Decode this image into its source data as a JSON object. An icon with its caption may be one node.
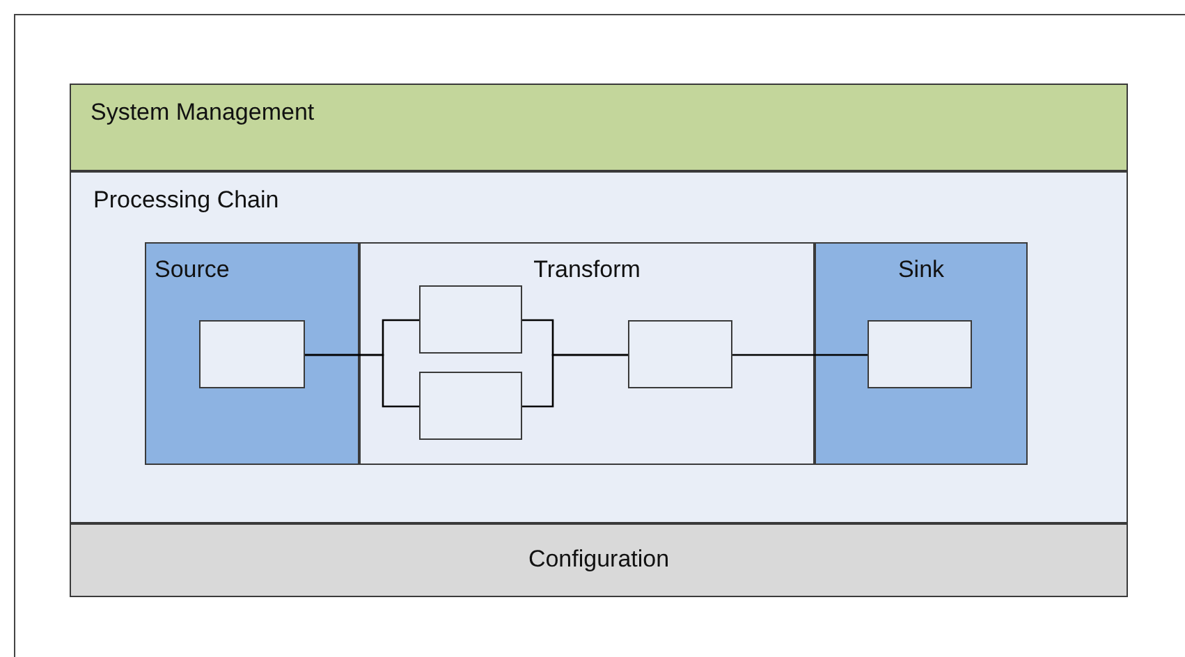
{
  "diagram": {
    "nodes": [
      {
        "text": [
          "System Management"
        ]
      },
      {
        "text": [
          "Processing Chain"
        ]
      },
      {
        "text": [
          "Source"
        ],
        "in": 1
      },
      {
        "text": [
          "Transform"
        ],
        "in": 1
      },
      {
        "text": [
          "Sink"
        ],
        "in": 1
      },
      {
        "text": [],
        "shape": "box",
        "in": 2
      },
      {
        "text": [],
        "shape": "box",
        "in": 3
      },
      {
        "text": [],
        "shape": "box",
        "in": 3
      },
      {
        "text": [],
        "shape": "box",
        "in": 3
      },
      {
        "text": [],
        "shape": "box",
        "in": 4
      },
      {
        "text": [
          "Configuration"
        ]
      }
    ],
    "edges": [
      {
        "from": 5,
        "to": 6,
        "arrow": "none"
      },
      {
        "from": 5,
        "to": 7,
        "arrow": "none"
      },
      {
        "from": 6,
        "to": 8,
        "arrow": "none"
      },
      {
        "from": 7,
        "to": 8,
        "arrow": "none"
      },
      {
        "from": 8,
        "to": 9,
        "arrow": "none"
      }
    ]
  }
}
